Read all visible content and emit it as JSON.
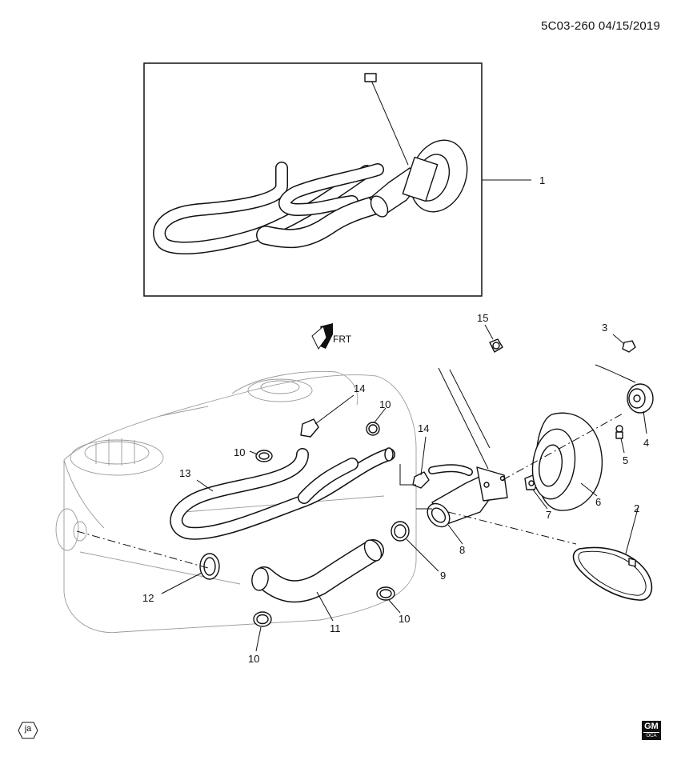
{
  "header": {
    "doc_id": "5C03-260  04/15/2019"
  },
  "orientation": {
    "label": "FRT"
  },
  "callouts": [
    "1",
    "2",
    "3",
    "4",
    "5",
    "6",
    "7",
    "8",
    "9",
    "10",
    "10",
    "10",
    "10",
    "11",
    "12",
    "13",
    "14",
    "14",
    "15"
  ],
  "footer": {
    "language_badge": "ja",
    "logo_text": "GM",
    "logo_subtext": "OCA"
  }
}
